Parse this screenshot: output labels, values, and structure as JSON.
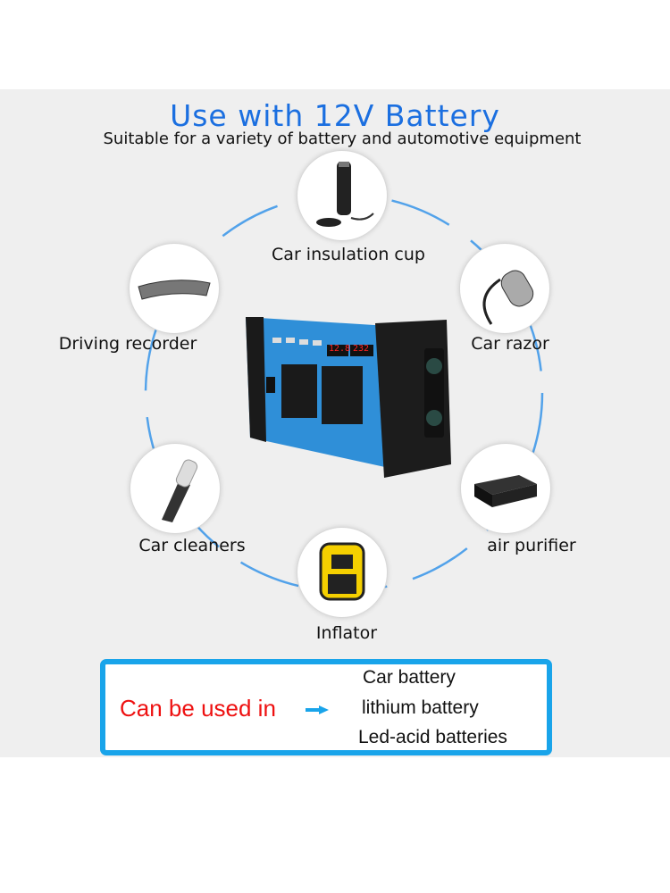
{
  "title": "Use with 12V Battery",
  "subtitle": "Suitable for a variety of battery and automotive equipment",
  "devices": [
    {
      "label": "Car insulation cup",
      "icon": "insulation-cup"
    },
    {
      "label": "Driving recorder",
      "icon": "rearview-mirror"
    },
    {
      "label": "Car razor",
      "icon": "razor"
    },
    {
      "label": "Car cleaners",
      "icon": "vacuum-cleaner"
    },
    {
      "label": "air purifier",
      "icon": "air-purifier"
    },
    {
      "label": "Inflator",
      "icon": "tire-inflator"
    }
  ],
  "inverter": {
    "voltage_in": "12.8",
    "voltage_out": "232"
  },
  "usage": {
    "label": "Can be used in",
    "items": [
      "Car battery",
      "lithium battery",
      "Led-acid batteries"
    ]
  },
  "colors": {
    "accent": "#19a4ea",
    "title": "#1b6fe0",
    "highlight": "#ee1111"
  }
}
